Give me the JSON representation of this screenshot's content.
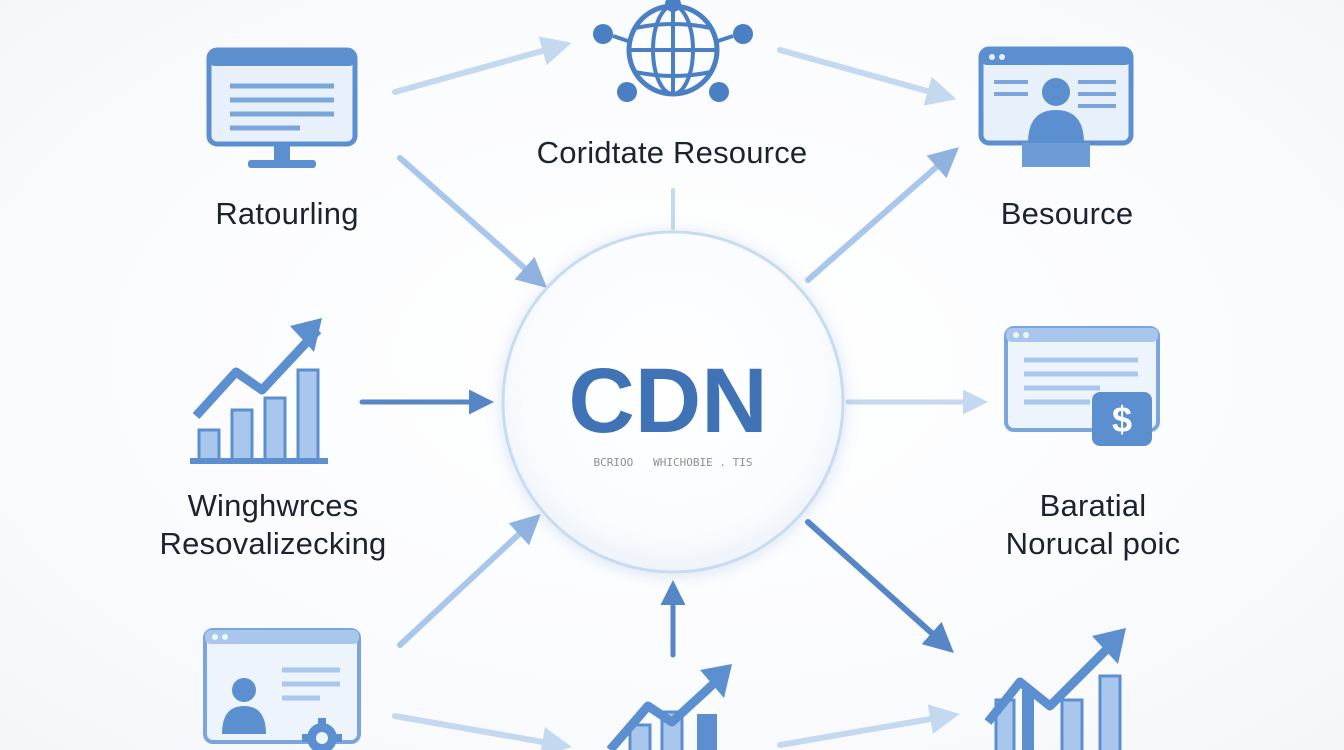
{
  "center": {
    "title": "CDN",
    "subtitle": "BCRIOO   WHICHOBIE . TIS"
  },
  "labels": {
    "top": "Coridtate Resource",
    "left_top": "Ratourling",
    "right_top": "Besource",
    "left_mid_line1": "Winghwrces",
    "left_mid_line2": "Resovalizecking",
    "right_mid_line1": "Baratial",
    "right_mid_line2": "Norucal poic"
  },
  "icons": {
    "top_center": "globe-network-icon",
    "top_left": "monitor-icon",
    "top_right": "browser-user-icon",
    "mid_left": "growth-chart-icon",
    "mid_right": "browser-dollar-icon",
    "bottom_left": "browser-user-gear-icon",
    "bottom_center": "growth-chart-icon",
    "bottom_right": "growth-chart-icon"
  },
  "icon_glyphs": {
    "dollar": "$"
  },
  "colors": {
    "primary": "#3f73b6",
    "icon_fill": "#5b8fd0",
    "icon_light": "#a9c7ec",
    "arrow_light": "#c4d8f0",
    "arrow_mid": "#8fb2de",
    "arrow_dark": "#5686c6",
    "text": "#1c2330"
  }
}
